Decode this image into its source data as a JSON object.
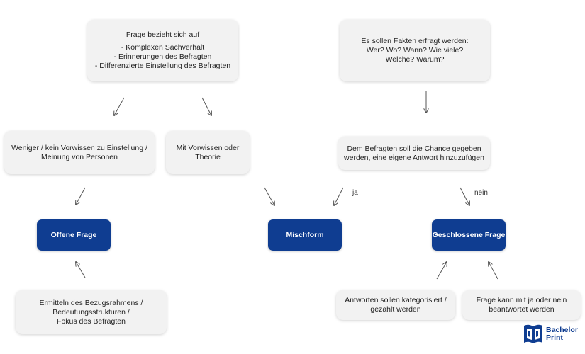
{
  "boxes": {
    "frage_bezug": {
      "title": "Frage bezieht sich auf",
      "items": [
        "- Komplexen Sachverhalt",
        "- Erinnerungen des Befragten",
        "- Differenzierte Einstellung des Befragten"
      ]
    },
    "fakten": {
      "lines": [
        "Es sollen Fakten erfragt werden:",
        "Wer? Wo? Wann? Wie viele?",
        "Welche? Warum?"
      ]
    },
    "weniger_vorwissen": {
      "lines": [
        "Weniger / kein Vorwissen zu Einstellung /",
        "Meinung von Personen"
      ]
    },
    "mit_vorwissen": {
      "lines": [
        "Mit Vorwissen oder Theorie"
      ]
    },
    "chance": {
      "lines": [
        "Dem Befragten soll die Chance gegeben",
        "werden, eine eigene Antwort hinzuzufügen"
      ]
    },
    "ermitteln": {
      "lines": [
        "Ermitteln des Bezugsrahmens /",
        "Bedeutungsstrukturen /",
        "Fokus des Befragten"
      ]
    },
    "kategorisiert": {
      "lines": [
        "Antworten sollen kategorisiert /",
        "gezählt werden"
      ]
    },
    "ja_nein": {
      "lines": [
        "Frage kann mit ja oder nein",
        "beantwortet werden"
      ]
    }
  },
  "nodes": {
    "offene": "Offene Frage",
    "misch": "Mischform",
    "geschlossene": "Geschlossene Frage"
  },
  "edge_labels": {
    "ja": "ja",
    "nein": "nein"
  },
  "logo": {
    "line1": "Bachelor",
    "line2": "Print"
  },
  "colors": {
    "node": "#0f3d91",
    "box": "#f2f2f2",
    "arrow": "#555555"
  }
}
